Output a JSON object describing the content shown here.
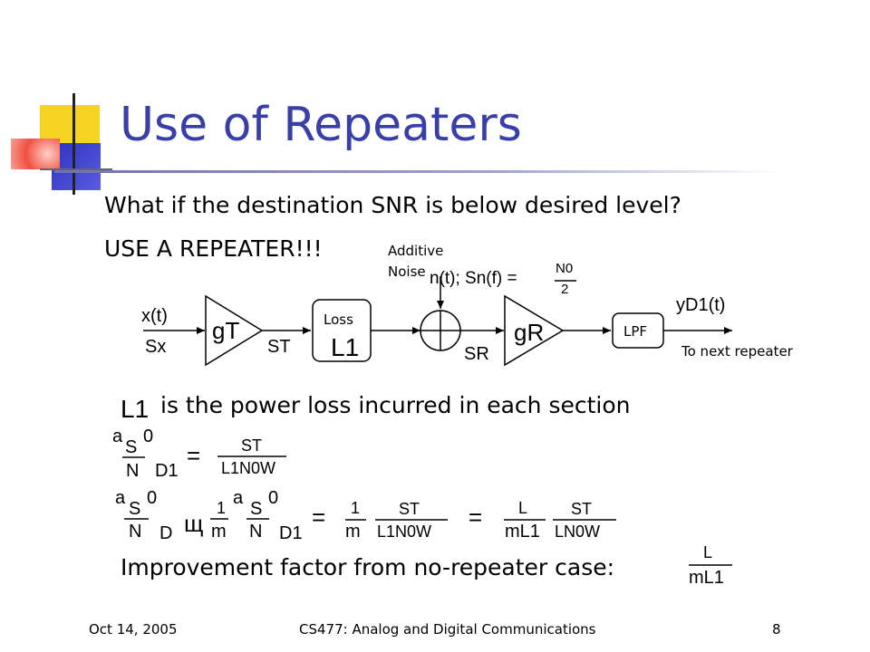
{
  "slide": {
    "title": "Use of Repeaters",
    "bullet1": "What if the destination SNR is below desired level?",
    "bullet2": "USE A REPEATER!!!",
    "loss_text": "is the power loss incurred in each section",
    "improvement_text": "Improvement factor from no-repeater case:"
  },
  "diagram": {
    "additive_label": "Additive",
    "noise_label": "Noise",
    "noise_expr": "n(t); Sn(f) =",
    "noise_num": "N0",
    "noise_den": "2",
    "input_signal": "x(t)",
    "input_power": "Sx",
    "tx_gain": "gT",
    "tx_power": "ST",
    "loss_box_label": "Loss",
    "loss_symbol": "L1",
    "rx_gain": "gR",
    "rx_power": "SR",
    "filter_label": "LPF",
    "output_signal": "yD1(t)",
    "next_label": "To next repeater"
  },
  "footer": {
    "date": "Oct 14, 2005",
    "course": "CS477: Analog and Digital Communications",
    "page": "8"
  },
  "colors": {
    "title": "#3a3fa8",
    "deco_yellow": "#f4d323",
    "deco_blue": "#3a3dc8",
    "deco_red": "#f15040"
  }
}
